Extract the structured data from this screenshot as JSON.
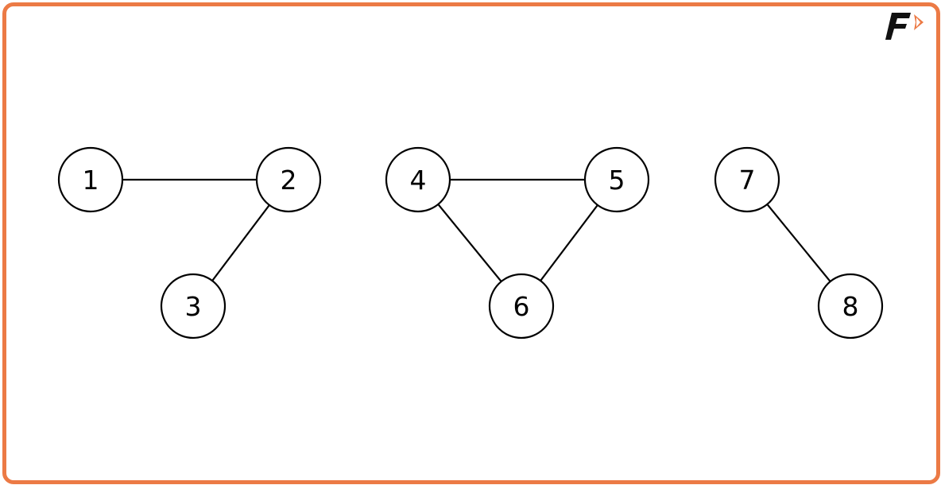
{
  "logo": {
    "text": "F",
    "colors": {
      "letter": "#111111",
      "arrow": "#ec7a45"
    }
  },
  "colors": {
    "border": "#ec7a45",
    "stroke": "#000000"
  },
  "graph": {
    "nodes": [
      "1",
      "2",
      "3",
      "4",
      "5",
      "6",
      "7",
      "8"
    ],
    "edges": [
      [
        "1",
        "2"
      ],
      [
        "2",
        "3"
      ],
      [
        "4",
        "5"
      ],
      [
        "4",
        "6"
      ],
      [
        "5",
        "6"
      ],
      [
        "7",
        "8"
      ]
    ]
  }
}
